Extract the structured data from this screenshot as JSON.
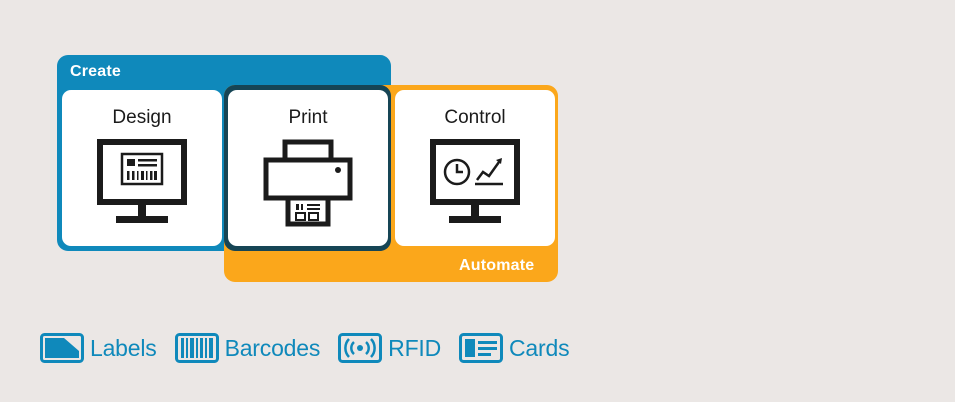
{
  "diagram": {
    "create_label": "Create",
    "automate_label": "Automate",
    "cards": [
      {
        "title": "Design",
        "icon": "monitor-label-design-icon"
      },
      {
        "title": "Print",
        "icon": "printer-icon"
      },
      {
        "title": "Control",
        "icon": "monitor-chart-control-icon"
      }
    ]
  },
  "legend": {
    "items": [
      {
        "label": "Labels",
        "icon": "label-icon"
      },
      {
        "label": "Barcodes",
        "icon": "barcode-icon"
      },
      {
        "label": "RFID",
        "icon": "rfid-icon"
      },
      {
        "label": "Cards",
        "icon": "card-icon"
      }
    ]
  },
  "colors": {
    "create": "#0f89bb",
    "automate": "#fba71b",
    "overlap": "#164555",
    "background": "#ebe7e5",
    "text": "#1b1b1b"
  }
}
